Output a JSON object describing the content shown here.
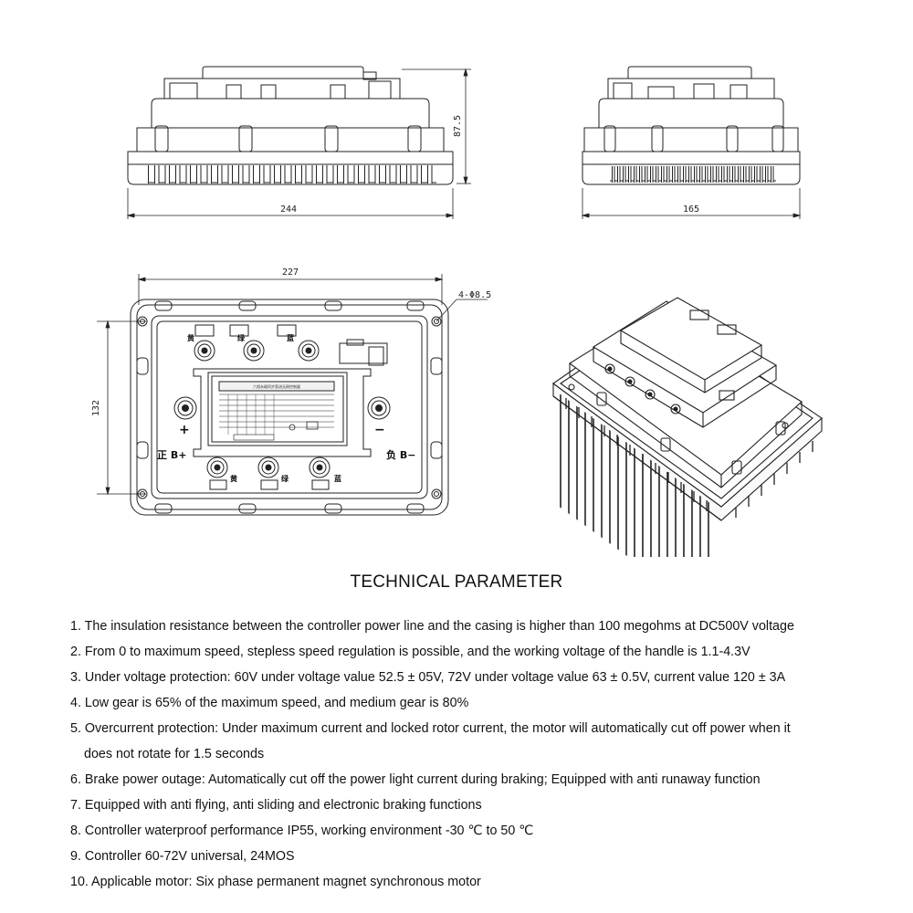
{
  "drawing": {
    "front_view": {
      "width_dim": "244",
      "height_dim": "87.5"
    },
    "side_view": {
      "width_dim": "165"
    },
    "top_view": {
      "width_dim": "227",
      "height_dim": "132",
      "hole_callout": "4-Φ8.5",
      "label_positive": "正 B+",
      "label_negative": "负 B−",
      "plus_symbol": "+",
      "minus_symbol": "−",
      "terminal_top_labels": [
        "黄",
        "绿",
        "蓝"
      ],
      "terminal_bottom_labels": [
        "黄",
        "绿",
        "蓝"
      ],
      "panel_title": "六相永磁同步直流无刷控制器"
    }
  },
  "technical": {
    "title": "TECHNICAL PARAMETER",
    "items": [
      "1. The insulation resistance between the controller power line and the casing is higher than 100 megohms at DC500V voltage",
      "2. From 0 to maximum speed, stepless speed regulation is possible, and the working voltage of the handle is 1.1-4.3V",
      "3. Under voltage protection: 60V under voltage value 52.5 ± 05V, 72V under voltage value 63 ± 0.5V, current value 120 ± 3A",
      "4. Low gear is 65% of the maximum speed, and medium gear is 80%",
      "5. Overcurrent protection: Under maximum current and locked rotor current, the motor will automatically cut off power when it",
      "does not rotate for 1.5 seconds",
      "6. Brake power outage: Automatically cut off the power light current during braking; Equipped with anti runaway function",
      "7. Equipped with anti flying, anti sliding and electronic braking functions",
      "8. Controller waterproof performance IP55, working environment -30 ℃ to 50 ℃",
      "9. Controller 60-72V universal, 24MOS",
      "10. Applicable motor: Six phase permanent magnet synchronous motor"
    ]
  }
}
